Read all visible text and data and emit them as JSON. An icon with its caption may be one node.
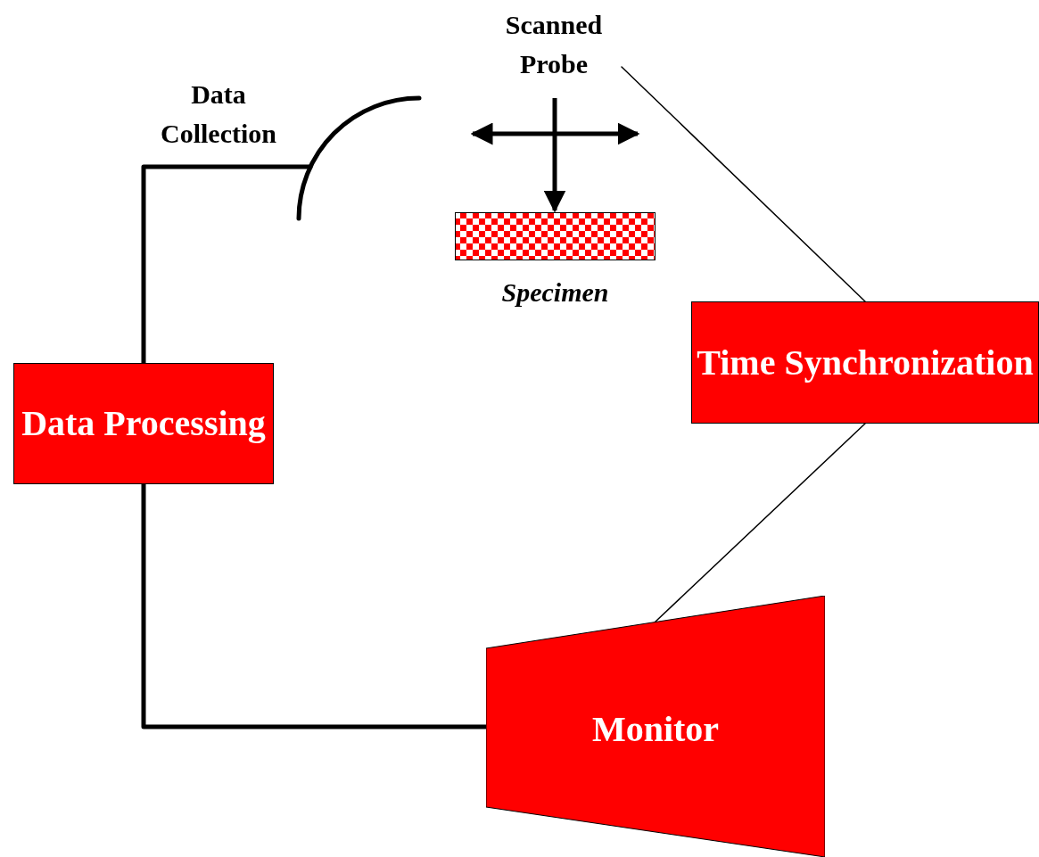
{
  "diagram": {
    "nodes": [
      {
        "text": [
          "Scanned Probe"
        ]
      },
      {
        "text": [],
        "shape": "arc",
        "beside": [
          "Data Collection"
        ]
      },
      {
        "text": [],
        "shape": "bar",
        "beside": [
          "Specimen"
        ]
      },
      {
        "text": [
          "Time Synchronization"
        ]
      },
      {
        "text": [
          "Data Processing"
        ]
      },
      {
        "text": [
          "Monitor"
        ]
      }
    ],
    "edges": [
      {
        "from": 1,
        "to": 4,
        "arrow": "none",
        "style": "thick"
      },
      {
        "from": 4,
        "to": 5,
        "arrow": "none",
        "style": "thick"
      },
      {
        "from": 0,
        "to": 3,
        "arrow": "none"
      },
      {
        "from": 3,
        "to": 5,
        "arrow": "none"
      }
    ]
  }
}
